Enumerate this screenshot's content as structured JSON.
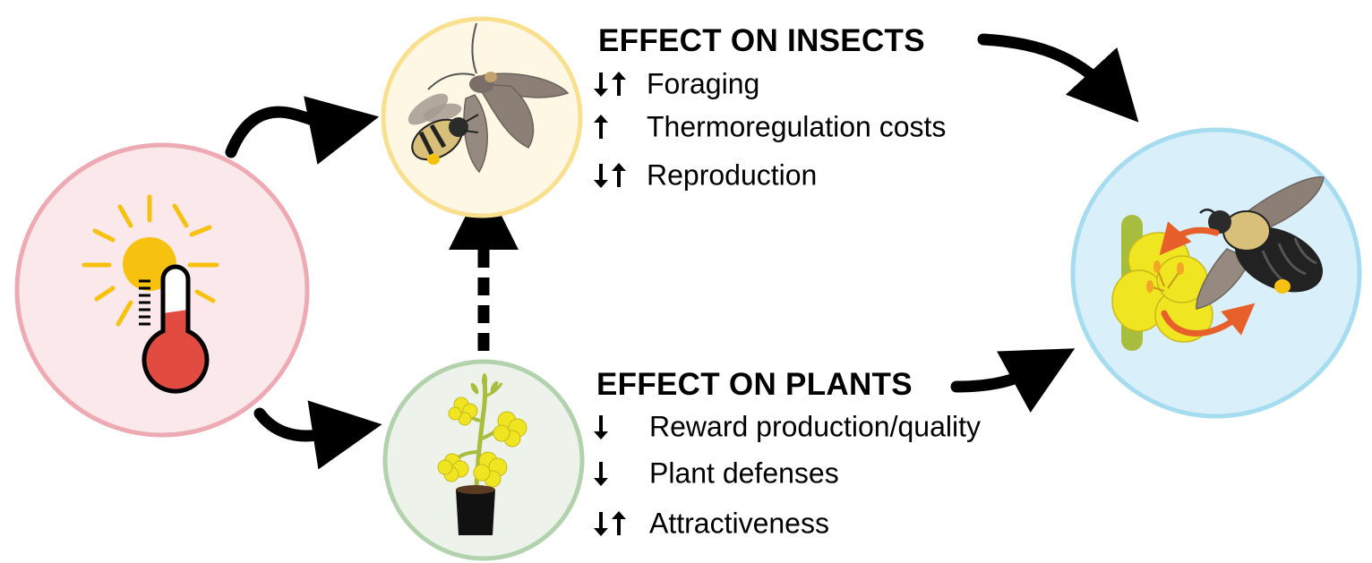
{
  "insects": {
    "heading": "EFFECT ON INSECTS",
    "effects": [
      {
        "label": "Foraging",
        "direction": "down-up"
      },
      {
        "label": "Thermoregulation costs",
        "direction": "up"
      },
      {
        "label": "Reproduction",
        "direction": "down-up"
      }
    ]
  },
  "plants": {
    "heading": "EFFECT ON PLANTS",
    "effects": [
      {
        "label": "Reward production/quality",
        "direction": "down"
      },
      {
        "label": "Plant defenses",
        "direction": "down"
      },
      {
        "label": "Attractiveness",
        "direction": "down-up"
      }
    ]
  },
  "nodes": {
    "temperature": {
      "icon": "sun-thermometer-icon",
      "fill": "#fbe8eb",
      "stroke": "#eeaab3"
    },
    "insects": {
      "icon": "bee-moth-icon",
      "fill": "#fef7e3",
      "stroke": "#f8e08f"
    },
    "plants": {
      "icon": "potted-plant-icon",
      "fill": "#edf3ea",
      "stroke": "#b1d2ad"
    },
    "interaction": {
      "icon": "bee-on-flower-icon",
      "fill": "#d9eff9",
      "stroke": "#a6dcef"
    }
  },
  "colors": {
    "sun": "#f7c20f",
    "thermometer": "#e24b40",
    "flower": "#efe621",
    "stem": "#a7bd3d",
    "orange_arrow": "#e7602b",
    "bee_body": "#d8c07a",
    "wing": "#8b7f76"
  }
}
